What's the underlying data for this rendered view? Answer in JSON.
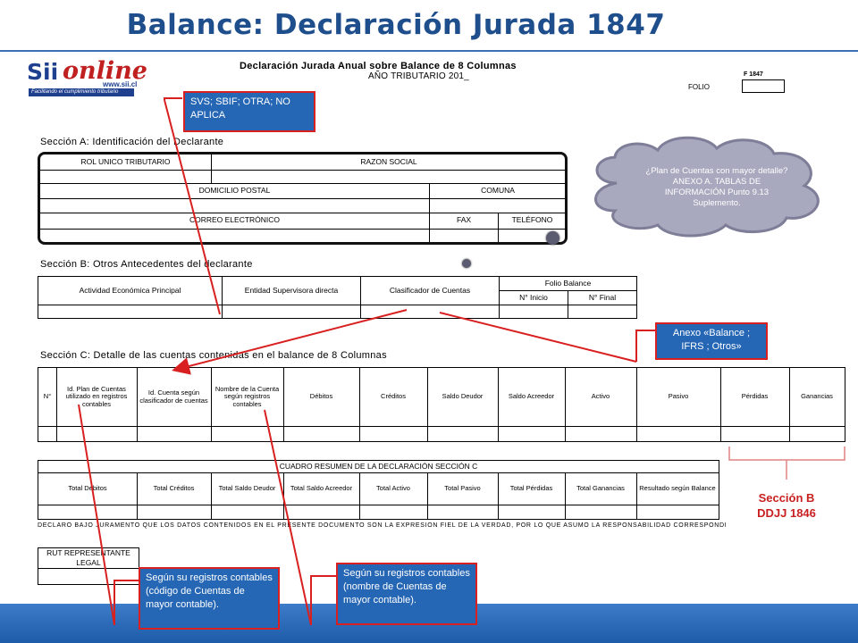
{
  "header": {
    "title": "Balance: Declaración Jurada 1847"
  },
  "logo": {
    "sii": "Sii",
    "online": "online",
    "www": "www.sii.cl",
    "tagline": "Facilitando el cumplimiento tributario"
  },
  "form": {
    "title": "Declaración Jurada Anual sobre Balance de 8 Columnas",
    "subtitle": "AÑO TRIBUTARIO 201_",
    "form_code": "F 1847",
    "folio_label": "FOLIO"
  },
  "section_a": {
    "heading": "Sección A: Identificación del Declarante",
    "rut": "ROL UNICO TRIBUTARIO",
    "razon_social": "RAZON SOCIAL",
    "domicilio": "DOMICILIO POSTAL",
    "comuna": "COMUNA",
    "correo": "CORREO ELECTRÓNICO",
    "fax": "FAX",
    "telefono": "TELÉFONO"
  },
  "section_b": {
    "heading": "Sección B: Otros Antecedentes del declarante",
    "actividad": "Actividad Económica Principal",
    "entidad": "Entidad Supervisora directa",
    "clasificador": "Clasificador de Cuentas",
    "folio_balance": "Folio Balance",
    "n_inicio": "N° Inicio",
    "n_final": "N° Final"
  },
  "section_c": {
    "heading": "Sección C: Detalle de las cuentas contenidas en el balance de 8 Columnas",
    "columns": [
      "N°",
      "Id. Plan de Cuentas utilizado en registros contables",
      "Id. Cuenta según clasificador de cuentas",
      "Nombre de la Cuenta según registros contables",
      "Débitos",
      "Créditos",
      "Saldo Deudor",
      "Saldo Acreedor",
      "Activo",
      "Pasivo",
      "Pérdidas",
      "Ganancias"
    ]
  },
  "resumen": {
    "title": "CUADRO RESUMEN DE LA DECLARACIÓN SECCIÓN C",
    "columns": [
      "Total Débitos",
      "Total Créditos",
      "Total Saldo Deudor",
      "Total Saldo Acreedor",
      "Total Activo",
      "Total Pasivo",
      "Total Pérdidas",
      "Total Ganancias",
      "Resultado según Balance"
    ]
  },
  "declaration": "DECLARO BAJO JURAMENTO QUE LOS DATOS CONTENIDOS EN EL PRESENTE DOCUMENTO SON LA EXPRESIÓN FIEL DE LA VERDAD, POR LO QUE ASUMO LA RESPONSABILIDAD CORRESPONDIENTE",
  "rep_legal": {
    "line1": "RUT REPRESENTANTE",
    "line2": "LEGAL"
  },
  "callouts": {
    "svs": "SVS; SBIF; OTRA; NO APLICA",
    "anexo": "Anexo «Balance ; IFRS ; Otros»",
    "cloud": "¿Plan de Cuentas con mayor detalle? ANEXO A. TABLAS DE INFORMACIÓN Punto 9.13 Suplemento.",
    "codigo": "Según su registros contables (código de Cuentas de mayor contable).",
    "nombre": "Según su registros contables (nombre de Cuentas de mayor contable)."
  },
  "seccion_b_label": {
    "line1": "Sección B",
    "line2": "DDJJ 1846"
  },
  "colors": {
    "title": "#1F4E8C",
    "callout_bg": "#2566B5",
    "callout_border": "#D92020",
    "accent_red": "#C82020"
  }
}
